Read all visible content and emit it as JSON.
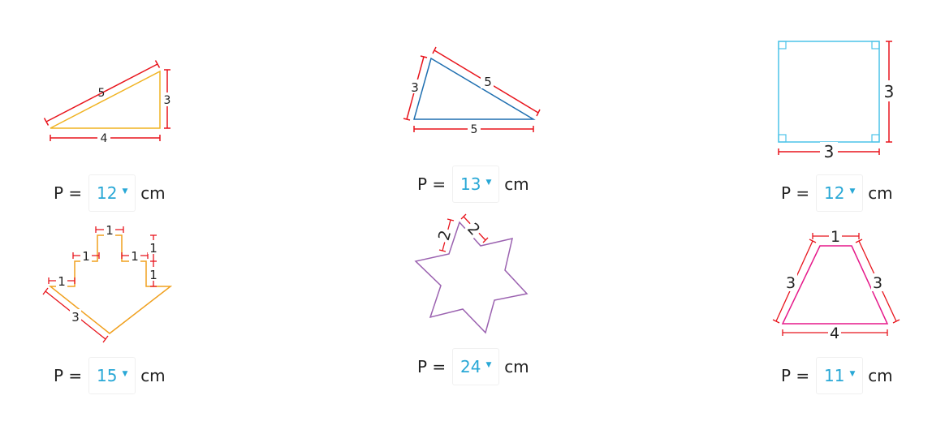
{
  "colors": {
    "dimension_line": "#e8141c",
    "answer_text": "#29a8d6",
    "shape_triangle_right": "#f0b322",
    "shape_triangle_obtuse": "#1f6fb0",
    "shape_square": "#4cc3e8",
    "shape_arrow": "#f0a01e",
    "shape_star": "#9b62b0",
    "shape_trapezoid": "#e6198a"
  },
  "figures": {
    "right_triangle": {
      "hyp": "5",
      "side": "3",
      "base": "4"
    },
    "obtuse_triangle": {
      "left": "3",
      "top": "5",
      "base": "5"
    },
    "square": {
      "side": "3",
      "bottom": "3"
    },
    "arrow": {
      "top": "1",
      "shoulder_left": "1",
      "shoulder_right": "1",
      "right_a": "1",
      "right_b": "1",
      "left_edge": "1",
      "diag": "3"
    },
    "star": {
      "left": "2",
      "right": "2"
    },
    "trapezoid": {
      "top": "1",
      "left": "3",
      "right": "3",
      "base": "4"
    }
  },
  "answers": [
    {
      "label": "P =",
      "value": "12",
      "unit": "cm"
    },
    {
      "label": "P =",
      "value": "13",
      "unit": "cm"
    },
    {
      "label": "P =",
      "value": "12",
      "unit": "cm"
    },
    {
      "label": "P =",
      "value": "15",
      "unit": "cm"
    },
    {
      "label": "P =",
      "value": "24",
      "unit": "cm"
    },
    {
      "label": "P =",
      "value": "11",
      "unit": "cm"
    }
  ]
}
